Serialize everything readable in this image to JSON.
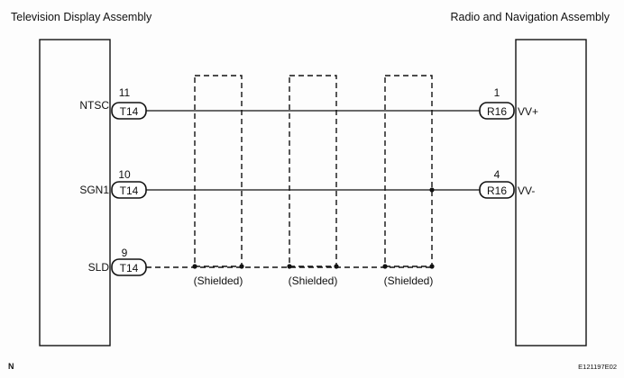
{
  "left_assembly": {
    "title": "Television Display Assembly"
  },
  "right_assembly": {
    "title": "Radio and Navigation Assembly"
  },
  "wires": [
    {
      "left_pin": "11",
      "left_connector": "T14",
      "left_signal": "NTSC",
      "right_pin": "1",
      "right_connector": "R16",
      "right_signal": "VV+",
      "style": "solid"
    },
    {
      "left_pin": "10",
      "left_connector": "T14",
      "left_signal": "SGN1",
      "right_pin": "4",
      "right_connector": "R16",
      "right_signal": "VV-",
      "style": "solid"
    },
    {
      "left_pin": "9",
      "left_connector": "T14",
      "left_signal": "SLD",
      "style": "dashed"
    }
  ],
  "shield_label": "(Shielded)",
  "shield_count": 3,
  "footer": {
    "left": "N",
    "right": "E121197E02"
  },
  "colors": {
    "line": "#111111",
    "background": "#fdfdfd"
  }
}
